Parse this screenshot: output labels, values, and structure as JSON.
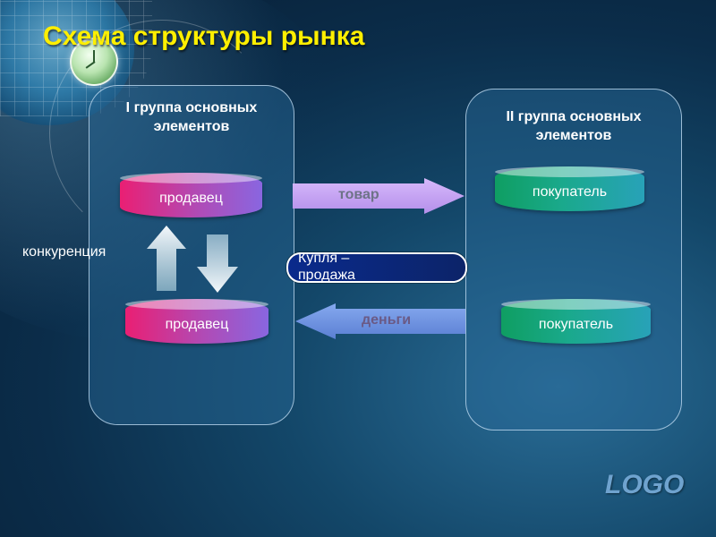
{
  "slide": {
    "title": "Схема структуры рынка",
    "logo": "LOGO"
  },
  "left_group": {
    "heading": "I группа основных элементов",
    "seller_top": "продавец",
    "seller_bottom": "продавец"
  },
  "right_group": {
    "heading": "II группа основных элементов",
    "buyer_top": "покупатель",
    "buyer_bottom": "покупатель"
  },
  "competition_label": "конкуренция",
  "flows": {
    "goods": "товар",
    "money": "деньги",
    "deal": "Купля – продажа"
  },
  "icons": [
    "clock-icon",
    "globe-icon"
  ],
  "colors": {
    "title": "#ffef00",
    "seller": "#ea1f73",
    "buyer": "#0f9e62",
    "goods_arrow": "#c9a4f4",
    "money_arrow": "#6f93df",
    "deal_box": "#0a2a8c",
    "logo": "#6fa3cf"
  }
}
